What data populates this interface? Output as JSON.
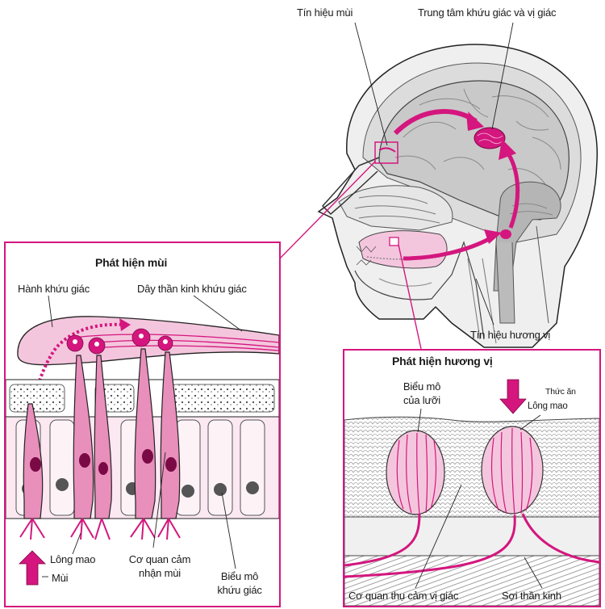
{
  "head": {
    "label_smell_signal": "Tín hiệu mùi",
    "label_center": "Trung tâm khứu giác và vị giác",
    "label_taste_signal": "Tín hiệu hương vị"
  },
  "smell_panel": {
    "title": "Phát hiện mùi",
    "label_bulb": "Hành khứu giác",
    "label_nerve": "Dây thần kinh khứu giác",
    "label_cilia": "Lông mao",
    "label_odor": "Mùi",
    "label_receptor_1": "Cơ quan cảm",
    "label_receptor_2": "nhận mùi",
    "label_epith_1": "Biểu mô",
    "label_epith_2": "khứu giác"
  },
  "taste_panel": {
    "title": "Phát hiện hương vị",
    "label_tongue_1": "Biểu mô",
    "label_tongue_2": "của lưỡi",
    "label_food": "Thức ăn",
    "label_cilia": "Lông mao",
    "label_receptor": "Cơ quan thụ cảm vị giác",
    "label_fiber": "Sợi thần kinh"
  },
  "colors": {
    "accent": "#d4167e",
    "pink_light": "#f4c6dd",
    "pink_mid": "#e98fbb",
    "gray_brain": "#c9c9c9",
    "gray_dark": "#8e8e8e"
  }
}
